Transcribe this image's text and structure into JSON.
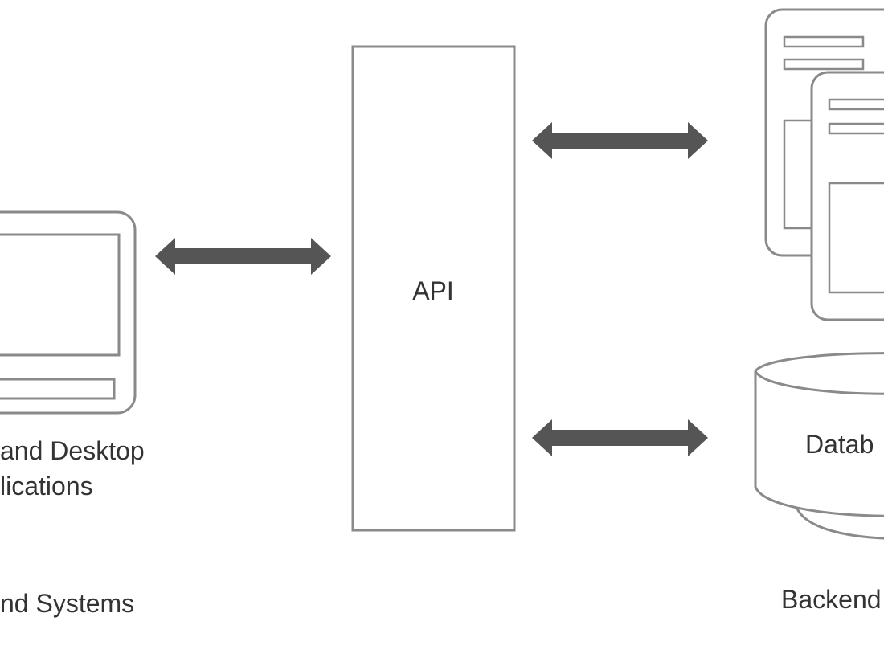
{
  "diagram": {
    "api_label": "API",
    "client": {
      "caption_line1": "and Desktop",
      "caption_line2": "lications",
      "group_label": "nd Systems"
    },
    "backend": {
      "database_label": "Datab",
      "group_label": "Backend"
    }
  },
  "colors": {
    "outline": "#8a8a8a",
    "arrow": "#555555",
    "text": "#333333",
    "background": "#ffffff"
  }
}
